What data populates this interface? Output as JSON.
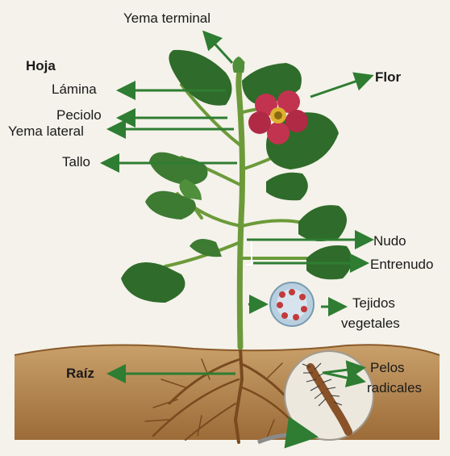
{
  "labels": {
    "yema_terminal": "Yema terminal",
    "hoja": "Hoja",
    "lamina": "Lámina",
    "peciolo": "Peciolo",
    "yema_lateral": "Yema lateral",
    "tallo": "Tallo",
    "flor": "Flor",
    "nudo": "Nudo",
    "entrenudo": "Entrenudo",
    "tejidos_line1": "Tejidos",
    "tejidos_line2": "vegetales",
    "raiz": "Raíz",
    "pelos_line1": "Pelos",
    "pelos_line2": "radicales"
  },
  "colors": {
    "arrow": "#2e7d32",
    "leaf": "#2f6b2a",
    "leaf_light": "#4f8e3a",
    "stem": "#6c9a3a",
    "flower": "#c2334f",
    "soil": "#b98a52",
    "root": "#7a4a1f",
    "background": "#f4f2ea"
  },
  "icons": [
    "arrow-icon",
    "leaf-icon",
    "flower-icon",
    "root-icon",
    "tissue-cross-section-icon",
    "magnifier-circle-icon"
  ]
}
